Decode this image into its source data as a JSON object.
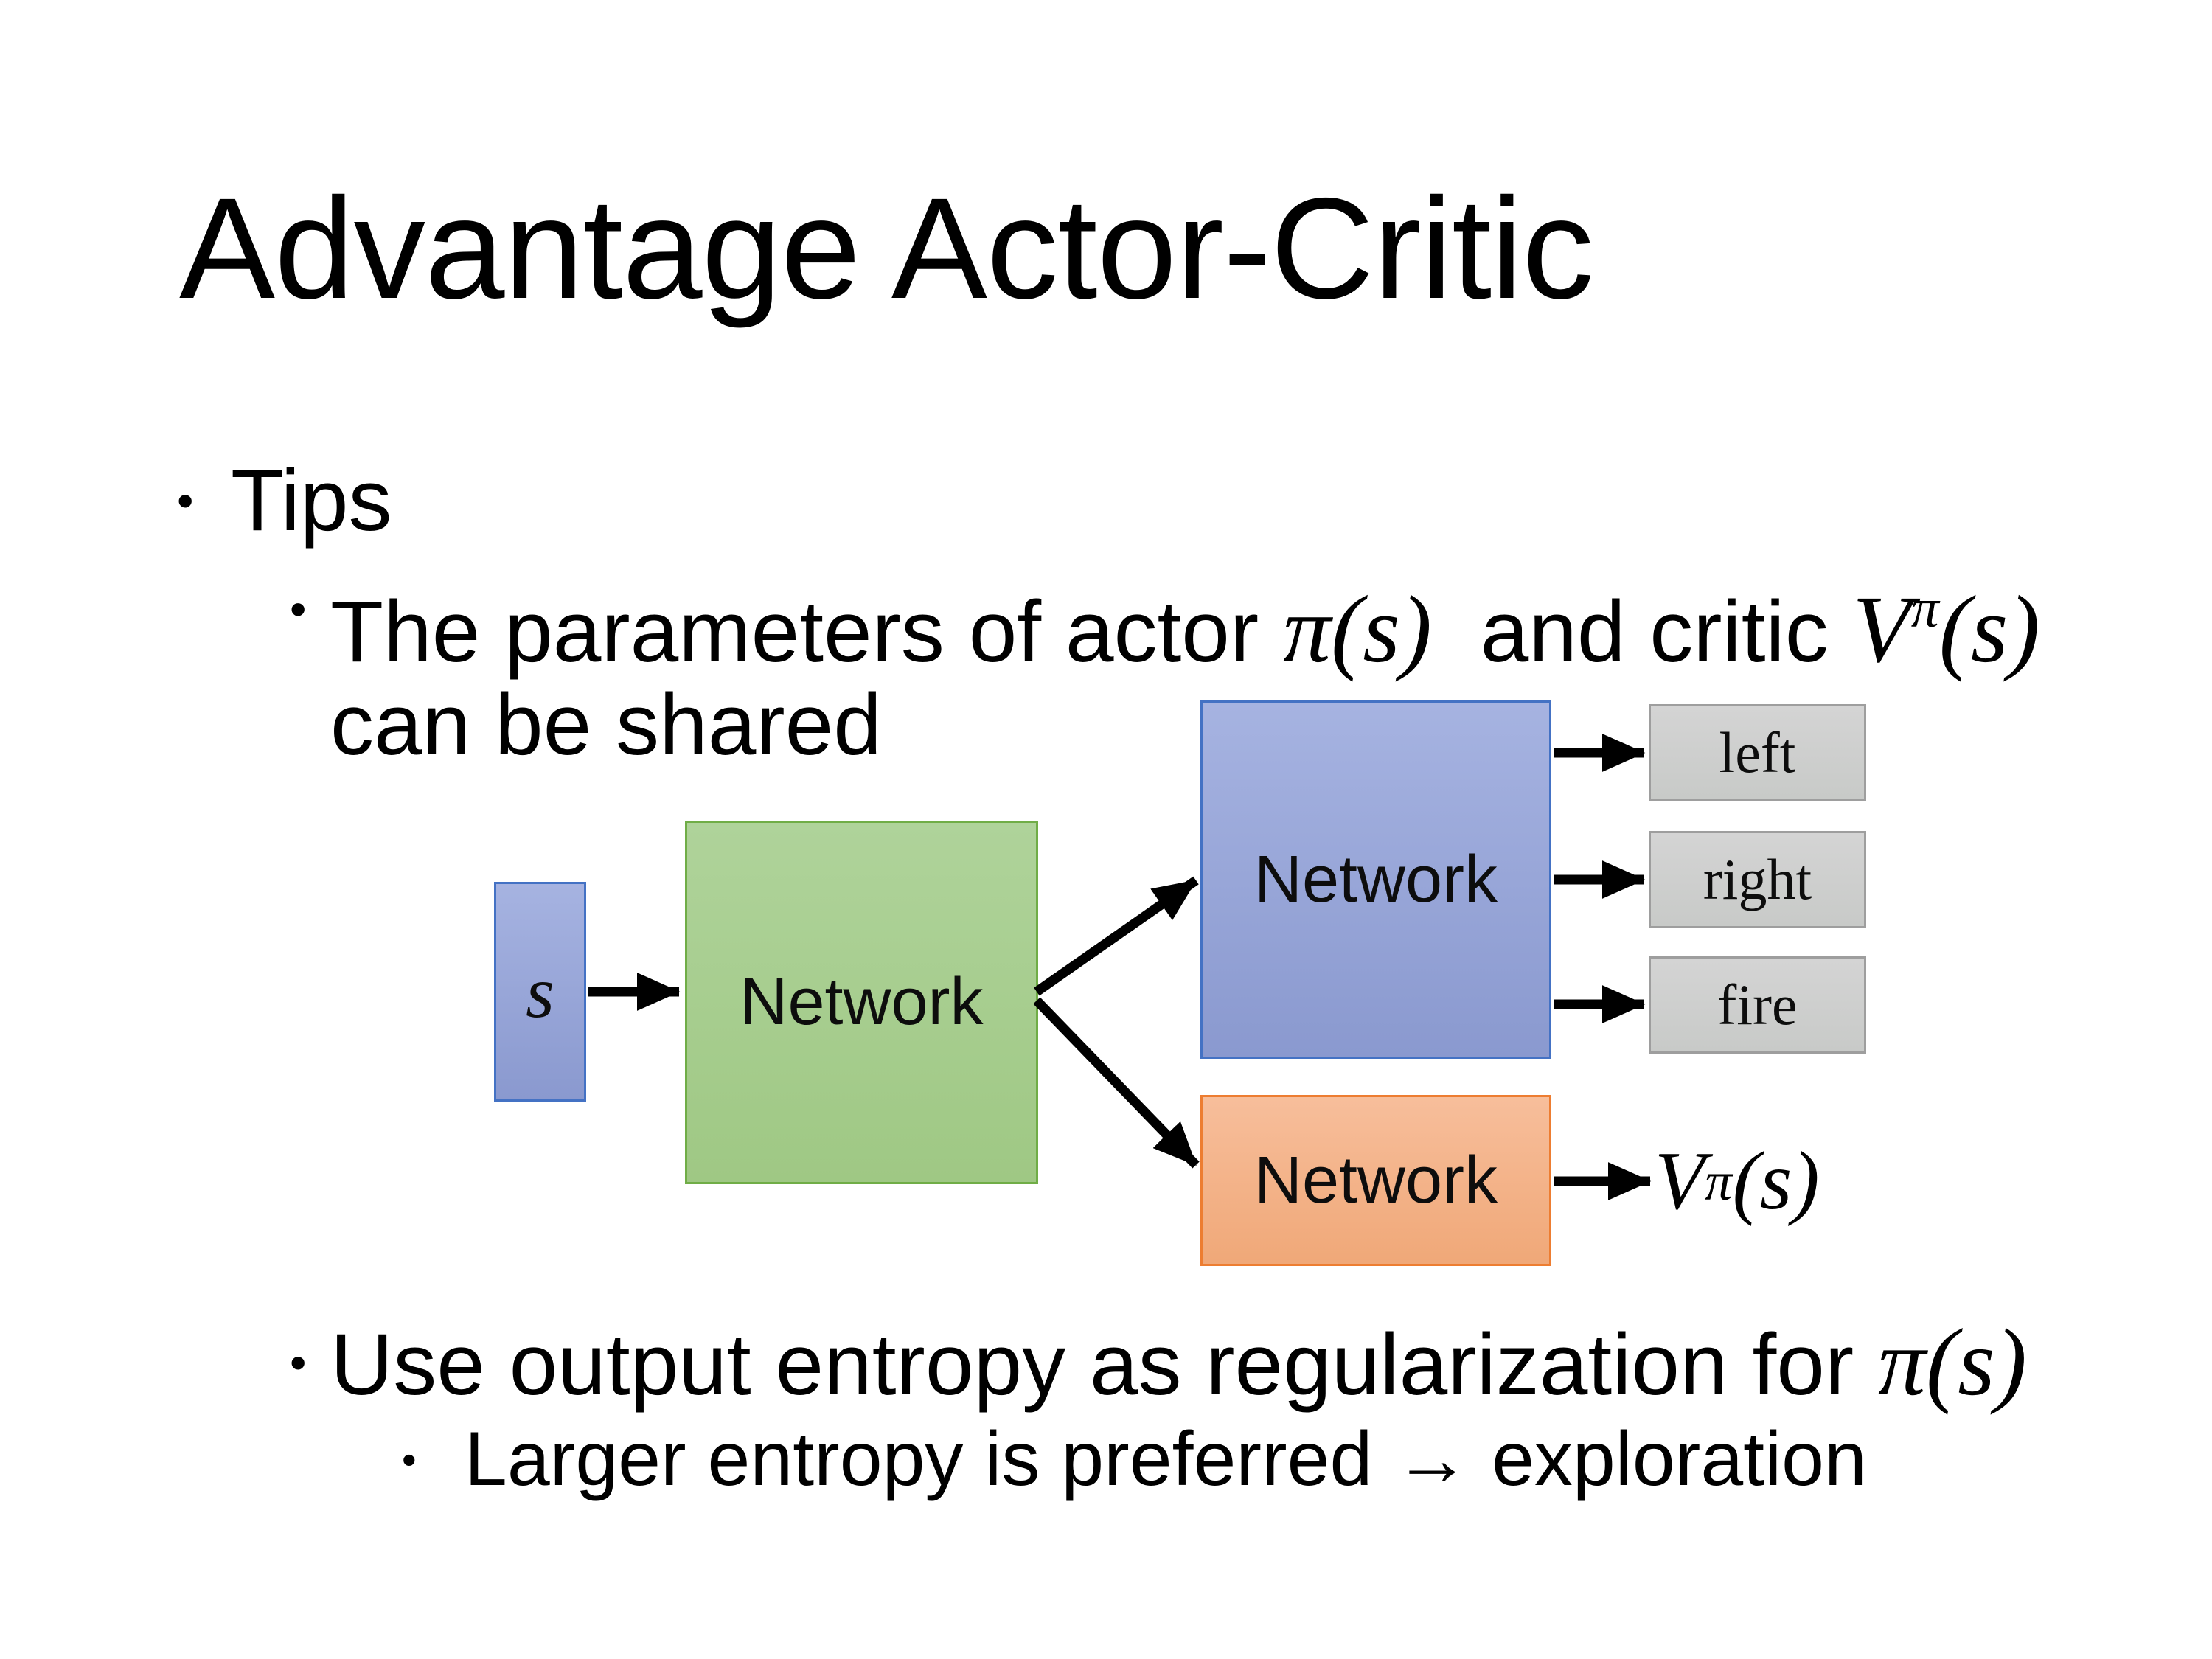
{
  "slide": {
    "title": "Advantage Actor-Critic",
    "bullet_char": "•",
    "bullets": {
      "tips": "Tips",
      "param_pre": "The parameters of actor ",
      "param_math_pi": "π(s)",
      "param_mid": "  and critic ",
      "param_V": "V",
      "param_V_sup": "π",
      "param_V_args": "(s)",
      "param_line2": "can be shared",
      "entropy_pre": "Use output entropy as regularization for ",
      "entropy_math_pi": "π(s)",
      "entropy_sub": "Larger entropy is preferred → exploration"
    }
  },
  "diagram": {
    "input_label": "s",
    "shared_network_label": "Network",
    "actor_network_label": "Network",
    "critic_network_label": "Network",
    "actions": [
      "left",
      "right",
      "fire"
    ],
    "critic_output_V": "V",
    "critic_output_sup": "π",
    "critic_output_args": "(s)",
    "colors": {
      "blue_fill_top": "#A6B3E1",
      "blue_fill_bottom": "#8A99CF",
      "blue_border": "#4472C4",
      "green_fill_top": "#AFD39A",
      "green_fill_bottom": "#9FC884",
      "green_border": "#70AD47",
      "orange_fill_top": "#F7BE9B",
      "orange_fill_bottom": "#F0A878",
      "orange_border": "#ED7D31",
      "gray_fill_top": "#D4D4D4",
      "gray_fill_bottom": "#C8CAC8",
      "gray_border": "#9E9E9E",
      "arrow": "#000000"
    }
  }
}
